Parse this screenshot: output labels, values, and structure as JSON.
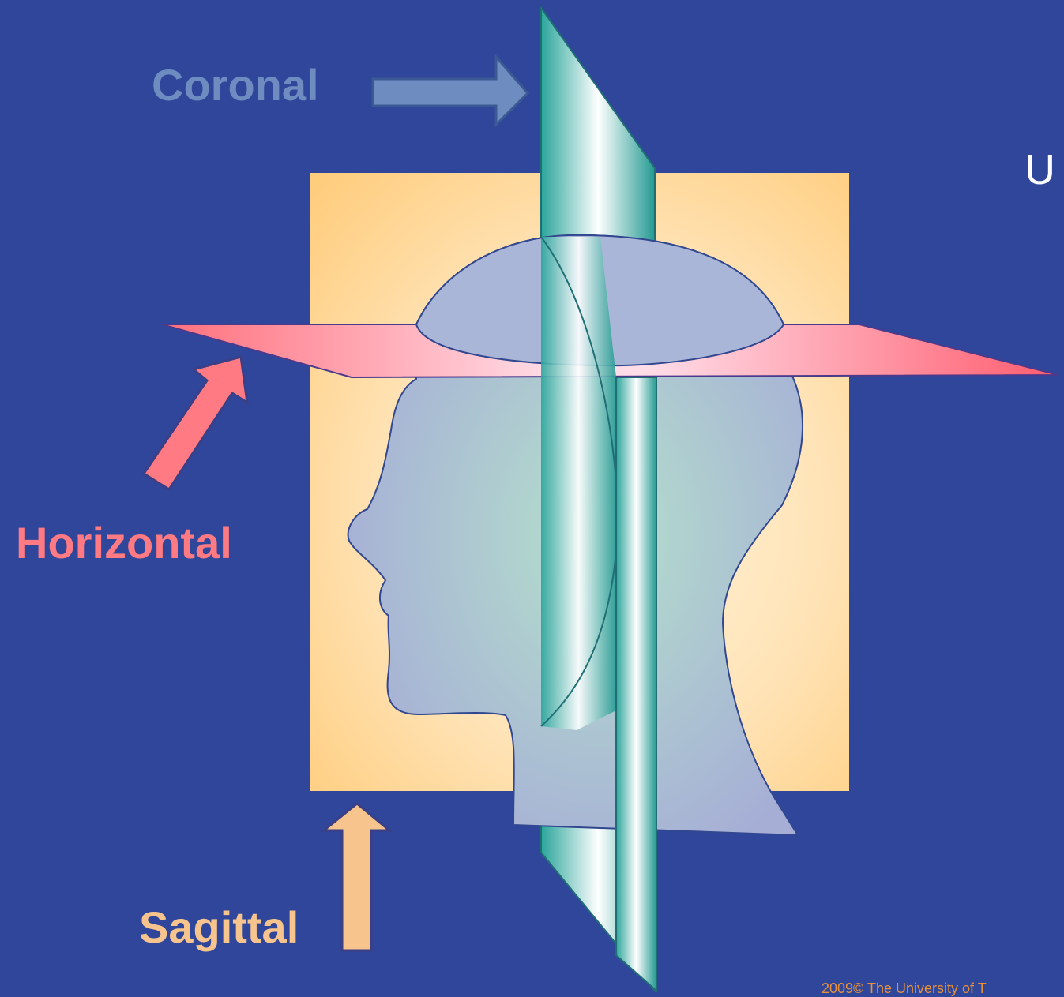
{
  "labels": {
    "coronal": "Coronal",
    "horizontal": "Horizontal",
    "sagittal": "Sagittal"
  },
  "partial_text": "U",
  "copyright": "2009© The University of T",
  "colors": {
    "background": "#2f469b",
    "coronal": "#6f8cc0",
    "horizontal": "#ff7a82",
    "sagittal": "#f6c48c",
    "partial_text": "#ffffff",
    "copyright": "#e8913a"
  },
  "icons": [
    "arrow-right-icon",
    "arrow-up-right-icon",
    "arrow-up-icon"
  ]
}
